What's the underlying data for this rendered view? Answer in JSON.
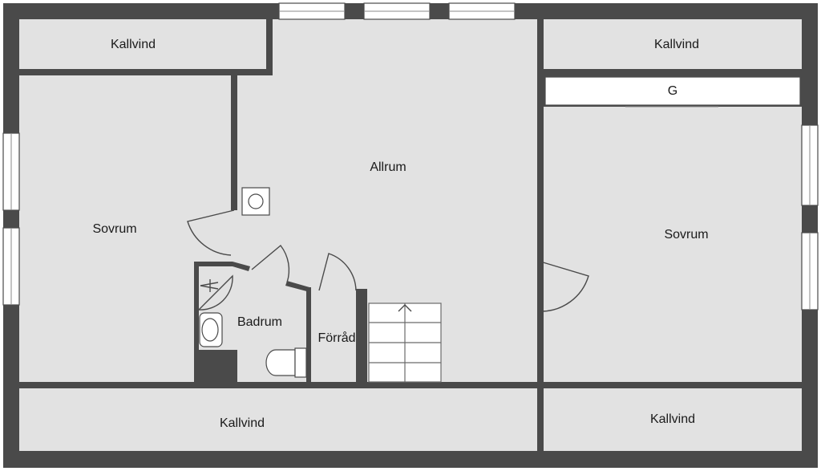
{
  "rooms": {
    "kallvind_top_left": "Kallvind",
    "kallvind_top_right": "Kallvind",
    "garderob": "G",
    "sovrum_left": "Sovrum",
    "allrum": "Allrum",
    "sovrum_right": "Sovrum",
    "badrum": "Badrum",
    "forrad": "Förråd",
    "kallvind_bottom_left": "Kallvind",
    "kallvind_bottom_right": "Kallvind"
  },
  "colors": {
    "wall": "#4a4a4a",
    "floor": "#e2e2e2",
    "background": "#ffffff"
  }
}
